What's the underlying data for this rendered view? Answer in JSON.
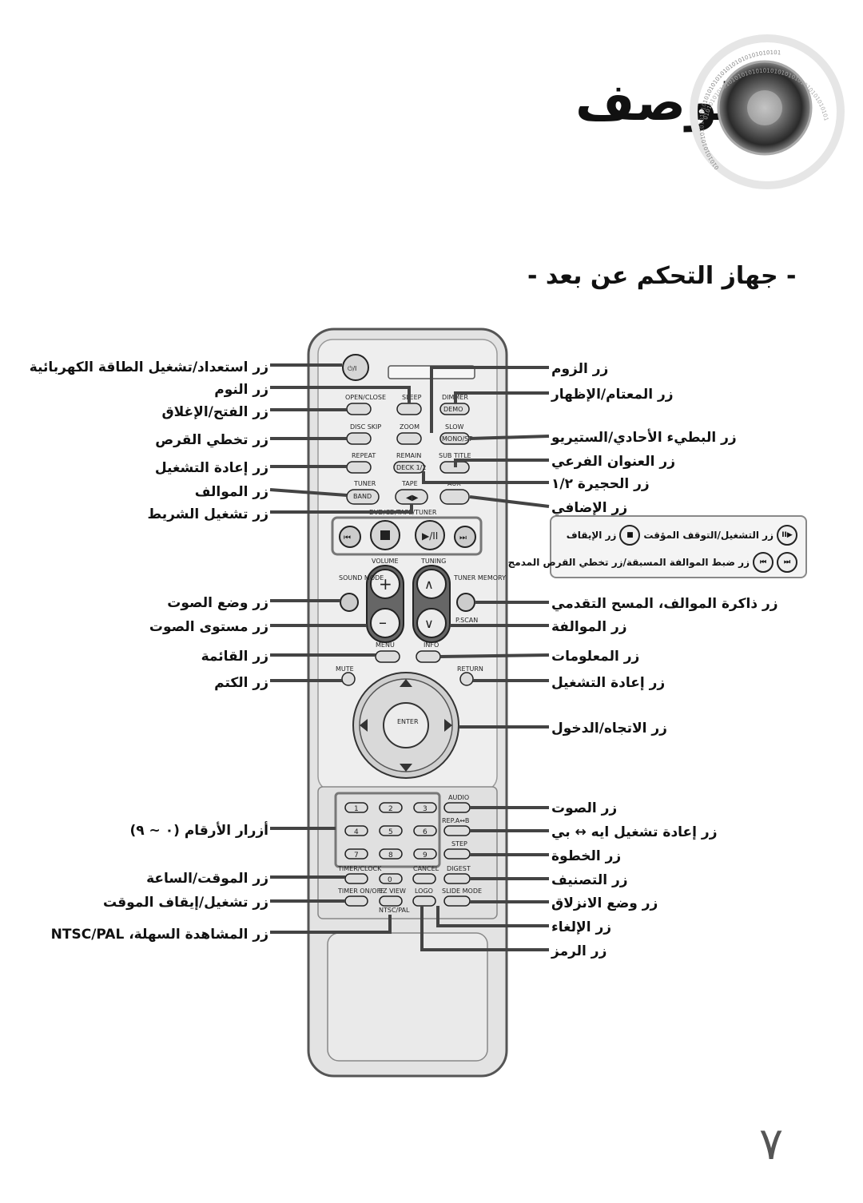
{
  "header": {
    "title": "الوصف",
    "subtitle": "- جهاز التحكم عن بعد -"
  },
  "page_number": "٧",
  "labels_left": [
    {
      "id": "power",
      "text": "زر استعداد/تشغيل الطاقة الكهربائية"
    },
    {
      "id": "sleep",
      "text": "زر النوم"
    },
    {
      "id": "open",
      "text": "زر الفتح/الإغلاق"
    },
    {
      "id": "discskip",
      "text": "زر تخطي القرص"
    },
    {
      "id": "repeat",
      "text": "زر إعادة التشغيل"
    },
    {
      "id": "tuner",
      "text": "زر الموالف"
    },
    {
      "id": "tape",
      "text": "زر تشغيل الشريط"
    },
    {
      "id": "soundmode",
      "text": "زر وضع الصوت"
    },
    {
      "id": "volume",
      "text": "زر مستوى الصوت"
    },
    {
      "id": "menu",
      "text": "زر القائمة"
    },
    {
      "id": "mute",
      "text": "زر الكتم"
    },
    {
      "id": "numbers",
      "text": "أزرار الأرقام (٠ ~ ٩)"
    },
    {
      "id": "timer",
      "text": "زر الموقت/الساعة"
    },
    {
      "id": "timeronoff",
      "text": "زر تشغيل/إيقاف الموقت"
    },
    {
      "id": "ntsc",
      "text": "زر المشاهدة السهلة، NTSC/PAL"
    }
  ],
  "labels_right": [
    {
      "id": "zoom",
      "text": "زر الزوم"
    },
    {
      "id": "dimmer",
      "text": "زر المعتام/الإظهار"
    },
    {
      "id": "slow",
      "text": "زر البطيء الأحادي/الستيريو"
    },
    {
      "id": "subtitle",
      "text": "زر العنوان الفرعي"
    },
    {
      "id": "deck",
      "text": "زر الحجيرة ١/٢"
    },
    {
      "id": "aux",
      "text": "زر الإضافي"
    },
    {
      "id": "memory",
      "text": "زر ذاكرة الموالف، المسح التقدمي"
    },
    {
      "id": "tuning",
      "text": "زر الموالفة"
    },
    {
      "id": "info",
      "text": "زر المعلومات"
    },
    {
      "id": "return",
      "text": "زر إعادة التشغيل"
    },
    {
      "id": "direction",
      "text": "زر الاتجاه/الدخول"
    },
    {
      "id": "audio",
      "text": "زر الصوت"
    },
    {
      "id": "repab",
      "text": "زر إعادة تشغيل ايه ↔ بي"
    },
    {
      "id": "step",
      "text": "زر الخطوة"
    },
    {
      "id": "digest",
      "text": "زر التصنيف"
    },
    {
      "id": "slidemode",
      "text": "زر وضع الانزلاق"
    },
    {
      "id": "cancel",
      "text": "زر الإلغاء"
    },
    {
      "id": "logo",
      "text": "زر الرمز"
    }
  ],
  "legend": {
    "row1": {
      "play_text": "زر التشغيل/التوقف المؤقت",
      "stop_text": "زر الإيقاف"
    },
    "row2": {
      "text": "زر ضبط الموالفة المسبقة/زر تخطي القرص المدمج"
    }
  },
  "remote_buttons": {
    "power": "⏻/I",
    "open_close": "OPEN/CLOSE",
    "sleep": "SLEEP",
    "dimmer": "DIMMER",
    "demo": "DEMO",
    "disc_skip": "DISC SKIP",
    "zoom": "ZOOM",
    "slow": "SLOW",
    "mono_st": "MONO/ST",
    "repeat": "REPEAT",
    "remain": "REMAIN",
    "sub_title": "SUB TITLE",
    "deck": "DECK 1/2",
    "tuner": "TUNER",
    "tape": "TAPE",
    "aux": "AUX",
    "band": "BAND",
    "source_bar": "DVD/CD/TAPE/TUNER",
    "volume": "VOLUME",
    "tuning": "TUNING",
    "sound_mode": "SOUND MODE",
    "tuner_memory": "TUNER MEMORY",
    "pscan": "P.SCAN",
    "menu": "MENU",
    "info": "INFO",
    "mute": "MUTE",
    "return": "RETURN",
    "enter": "ENTER",
    "audio": "AUDIO",
    "rep_ab": "REP.A↔B",
    "step": "STEP",
    "timer_clock": "TIMER/CLOCK",
    "cancel": "CANCEL",
    "digest": "DIGEST",
    "timer_onoff": "TIMER ON/OFF",
    "ez_view": "EZ VIEW",
    "logo": "LOGO",
    "slide_mode": "SLIDE MODE",
    "ntsc_pal": "NTSC/PAL",
    "digits": [
      "1",
      "2",
      "3",
      "4",
      "5",
      "6",
      "7",
      "8",
      "9",
      "0"
    ]
  },
  "binary_text": "0101010101010101010101010101010101010101010101"
}
